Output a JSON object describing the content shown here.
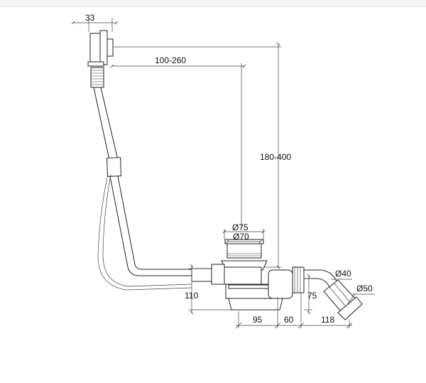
{
  "drawing": {
    "dimensions": {
      "d33": "33",
      "d100_260": "100-260",
      "d180_400": "180-400",
      "d75dia": "Ø75",
      "d70dia": "Ø70",
      "d110": "110",
      "d95": "95",
      "d60": "60",
      "d75": "75",
      "d118": "118",
      "d40dia": "Ø40",
      "d50dia": "Ø50"
    }
  }
}
